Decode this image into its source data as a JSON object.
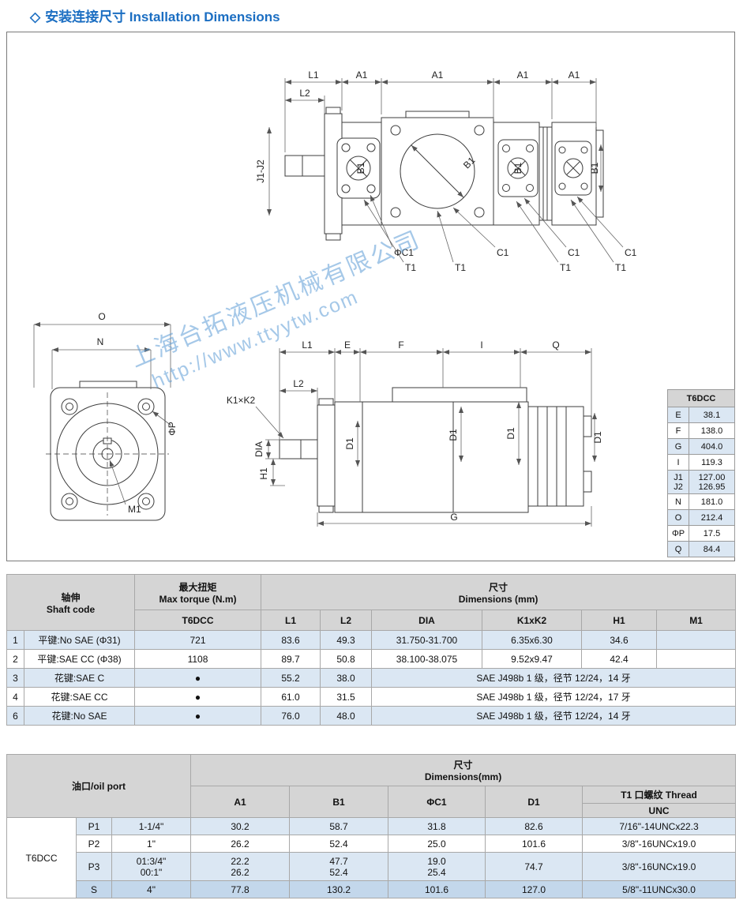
{
  "page": {
    "title_diamond": "◇",
    "title": "安装连接尺寸 Installation Dimensions"
  },
  "watermark": {
    "line1": "上海台拓液压机械有限公司",
    "line2": "http://www.ttyytw.com"
  },
  "labels": {
    "L1": "L1",
    "L2": "L2",
    "A1": "A1",
    "B1": "B1",
    "C1": "C1",
    "PhiC1": "ΦC1",
    "T1": "T1",
    "J1J2": "J1-J2",
    "O": "O",
    "N": "N",
    "PhiP": "ΦP",
    "M1": "M1",
    "E": "E",
    "F": "F",
    "I": "I",
    "Q": "Q",
    "G": "G",
    "K1K2": "K1×K2",
    "DIA": "DIA",
    "H1": "H1",
    "D1": "D1"
  },
  "mini_table": {
    "title": "T6DCC",
    "rows": [
      {
        "key": "E",
        "value": "38.1"
      },
      {
        "key": "F",
        "value": "138.0"
      },
      {
        "key": "G",
        "value": "404.0"
      },
      {
        "key": "I",
        "value": "119.3"
      },
      {
        "key": "J1\nJ2",
        "value": "127.00\n126.95"
      },
      {
        "key": "N",
        "value": "181.0"
      },
      {
        "key": "O",
        "value": "212.4"
      },
      {
        "key": "ΦP",
        "value": "17.5"
      },
      {
        "key": "Q",
        "value": "84.4"
      }
    ]
  },
  "shaft_table": {
    "header": {
      "shaft_code": "轴伸\nShaft code",
      "max_torque": "最大扭矩\nMax torque (N.m)",
      "dimensions": "尺寸\nDimensions (mm)",
      "model": "T6DCC",
      "l1": "L1",
      "l2": "L2",
      "dia": "DIA",
      "k1k2": "K1xK2",
      "h1": "H1",
      "m1": "M1"
    },
    "rows": [
      {
        "num": "1",
        "code": "平键:No SAE (Φ31)",
        "torque": "721",
        "l1": "83.6",
        "l2": "49.3",
        "dia": "31.750-31.700",
        "k1k2": "6.35x6.30",
        "h1": "34.6",
        "m1": ""
      },
      {
        "num": "2",
        "code": "平键:SAE CC (Φ38)",
        "torque": "1108",
        "l1": "89.7",
        "l2": "50.8",
        "dia": "38.100-38.075",
        "k1k2": "9.52x9.47",
        "h1": "42.4",
        "m1": ""
      },
      {
        "num": "3",
        "code": "花键:SAE C",
        "torque": "●",
        "l1": "55.2",
        "l2": "38.0",
        "spline_spec": "SAE J498b 1 级，径节 12/24，14 牙"
      },
      {
        "num": "4",
        "code": "花键:SAE CC",
        "torque": "●",
        "l1": "61.0",
        "l2": "31.5",
        "spline_spec": "SAE J498b 1 级，径节 12/24，17 牙"
      },
      {
        "num": "6",
        "code": "花键:No SAE",
        "torque": "●",
        "l1": "76.0",
        "l2": "48.0",
        "spline_spec": "SAE J498b 1 级，径节 12/24，14 牙"
      }
    ]
  },
  "port_table": {
    "header": {
      "oil_port": "油口/oil port",
      "dimensions": "尺寸\nDimensions(mm)",
      "a1": "A1",
      "b1": "B1",
      "c1": "ΦC1",
      "d1": "D1",
      "thread": "T1 口螺纹 Thread",
      "thread_sub": "UNC"
    },
    "model": "T6DCC",
    "rows": [
      {
        "port": "P1",
        "size": "1-1/4\"",
        "a1": "30.2",
        "b1": "58.7",
        "c1": "31.8",
        "d1": "82.6",
        "thread": "7/16\"-14UNCx22.3"
      },
      {
        "port": "P2",
        "size": "1\"",
        "a1": "26.2",
        "b1": "52.4",
        "c1": "25.0",
        "d1": "101.6",
        "thread": "3/8\"-16UNCx19.0"
      },
      {
        "port": "P3",
        "size": "01:3/4\"\n00:1\"",
        "a1": "22.2\n26.2",
        "b1": "47.7\n52.4",
        "c1": "19.0\n25.4",
        "d1": "74.7",
        "thread": "3/8\"-16UNCx19.0"
      },
      {
        "port": "S",
        "size": "4\"",
        "a1": "77.8",
        "b1": "130.2",
        "c1": "101.6",
        "d1": "127.0",
        "thread": "5/8\"-11UNCx30.0"
      }
    ]
  }
}
